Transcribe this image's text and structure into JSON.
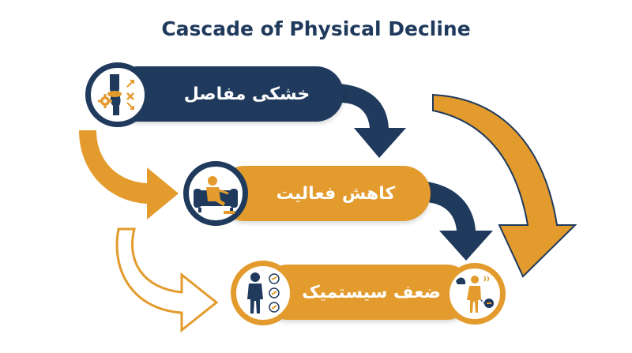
{
  "title": "Cascade of Physical Decline",
  "steps": [
    {
      "label": "خشکی مفاصل",
      "color": "#1f3a5c"
    },
    {
      "label": "کاهش فعالیت",
      "color": "#e39b2d"
    },
    {
      "label": "ضعف سیستمیک",
      "color": "#e39b2d"
    }
  ],
  "colors": {
    "navy": "#1f3a5c",
    "orange": "#e39b2d",
    "background": "#ffffff"
  },
  "icons": [
    "joint-gear-icon",
    "person-on-sofa-icon",
    "standing-person-icon",
    "weak-person-icon"
  ]
}
